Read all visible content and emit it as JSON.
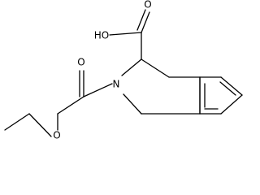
{
  "molecule": {
    "atom_labels": {
      "hydroxyl": "HO",
      "carboxyl_oxygen": "O",
      "amide_oxygen": "O",
      "ring_nitrogen": "N",
      "ether_oxygen": "O"
    }
  }
}
